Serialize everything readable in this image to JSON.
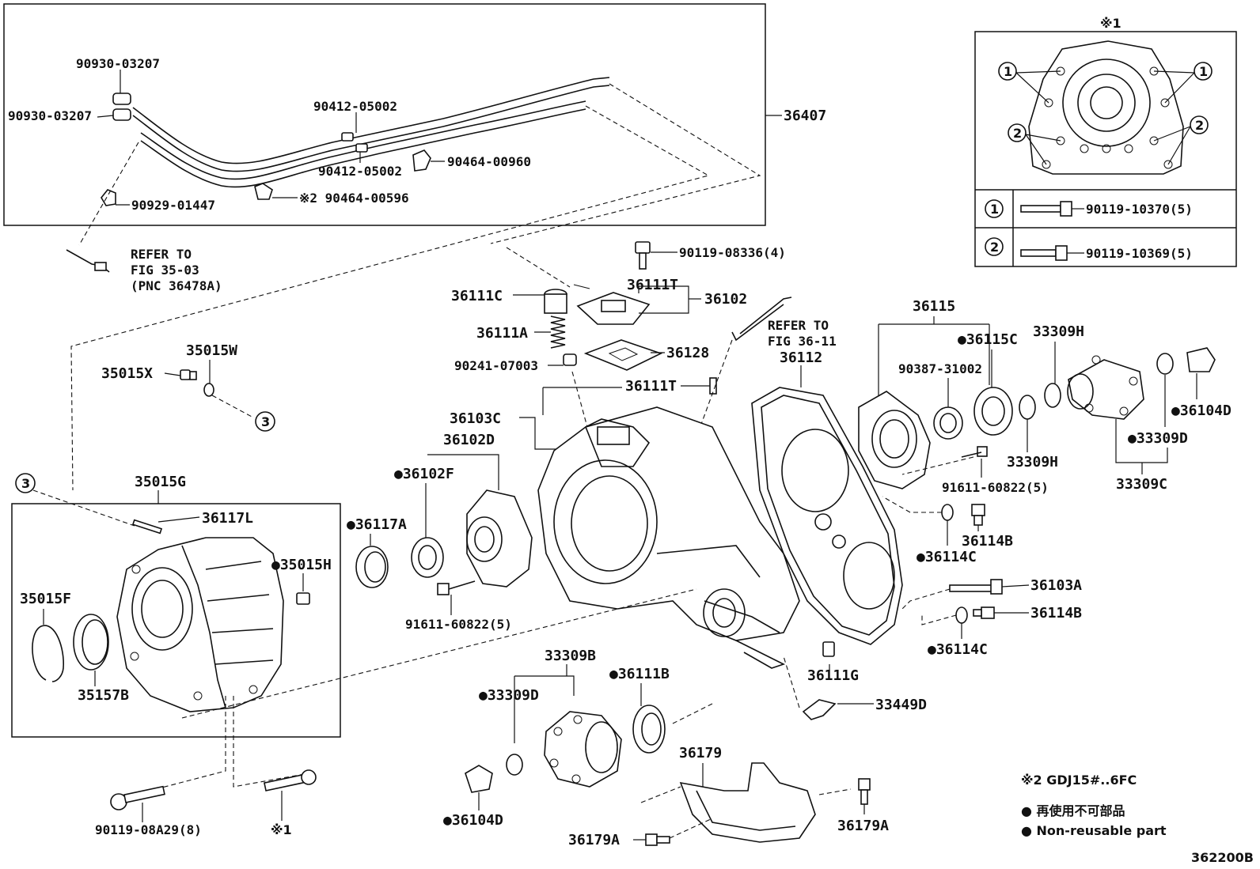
{
  "diagram_id": "362200B",
  "labels": {
    "p36407": "36407",
    "p90930a": "90930-03207",
    "p90930b": "90930-03207",
    "p90412a": "90412-05002",
    "p90412b": "90412-05002",
    "p90464a": "90464-00960",
    "p90464b": "※2 90464-00596",
    "p90929": "90929-01447",
    "refer1_l1": "REFER TO",
    "refer1_l2": "FIG 35-03",
    "refer1_l3": "(PNC 36478A)",
    "p90119_08336": "90119-08336(4)",
    "p36111T_top": "36111T",
    "p36102": "36102",
    "p36111C": "36111C",
    "p36111A": "36111A",
    "p36128": "36128",
    "p90241": "90241-07003",
    "p36111T_mid": "36111T",
    "p36103C": "36103C",
    "p36102D": "36102D",
    "p36102F": "●36102F",
    "p35015W": "35015W",
    "p35015X": "35015X",
    "refer2_l1": "REFER TO",
    "refer2_l2": "FIG 36-11",
    "p36112": "36112",
    "p36115": "36115",
    "p36115C": "●36115C",
    "p90387": "90387-31002",
    "p33309H_a": "33309H",
    "p33309H_b": "33309H",
    "p36104D_r": "●36104D",
    "p33309D_r": "●33309D",
    "p33309C": "33309C",
    "p91611_r": "91611-60822(5)",
    "p36114B_a": "36114B",
    "p36114C_a": "●36114C",
    "p36103A": "36103A",
    "p36114B_b": "36114B",
    "p36114C_b": "●36114C",
    "p35015G": "35015G",
    "p36117L": "36117L",
    "p36117A": "●36117A",
    "p35015H": "●35015H",
    "p35015F": "35015F",
    "p35157B": "35157B",
    "p91611_l": "91611-60822(5)",
    "p33309B": "33309B",
    "p33309D_l": "●33309D",
    "p36111B": "●36111B",
    "p36111G": "36111G",
    "p33449D": "33449D",
    "p36179": "36179",
    "p36104D_l": "●36104D",
    "p90119_08A29": "90119-08A29(8)",
    "p_ref1_bottom": "※1",
    "p36179A_l": "36179A",
    "p36179A_r": "36179A",
    "callout3": "3",
    "callout3b": "3"
  },
  "inset": {
    "title": "※1",
    "c1": "1",
    "c2": "2",
    "bolt1": "90119-10370(5)",
    "bolt2": "90119-10369(5)"
  },
  "notes": {
    "gdj": "※2 GDJ15#..6FC",
    "nonreuse_jp": "● 再使用不可部品",
    "nonreuse_en": "● Non-reusable part"
  }
}
